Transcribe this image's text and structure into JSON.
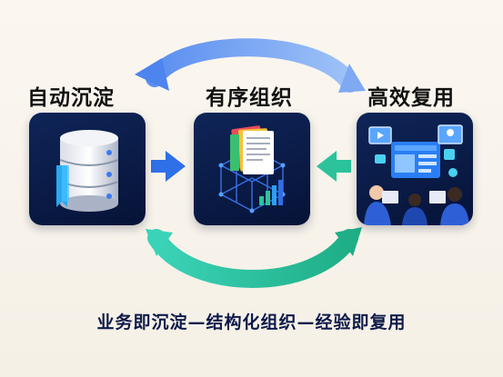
{
  "steps": [
    {
      "title": "自动沉淀",
      "icon": "database-icon"
    },
    {
      "title": "有序组织",
      "icon": "organized-documents-icon"
    },
    {
      "title": "高效复用",
      "icon": "team-collaboration-icon"
    }
  ],
  "caption": "业务即沉淀—结构化组织—经验即复用",
  "colors": {
    "card": "#0b1c4a",
    "arrow_blue": "#2f6fe8",
    "arrow_green": "#2cc39a",
    "title_text": "#111111",
    "caption_text": "#0d1a4a"
  }
}
